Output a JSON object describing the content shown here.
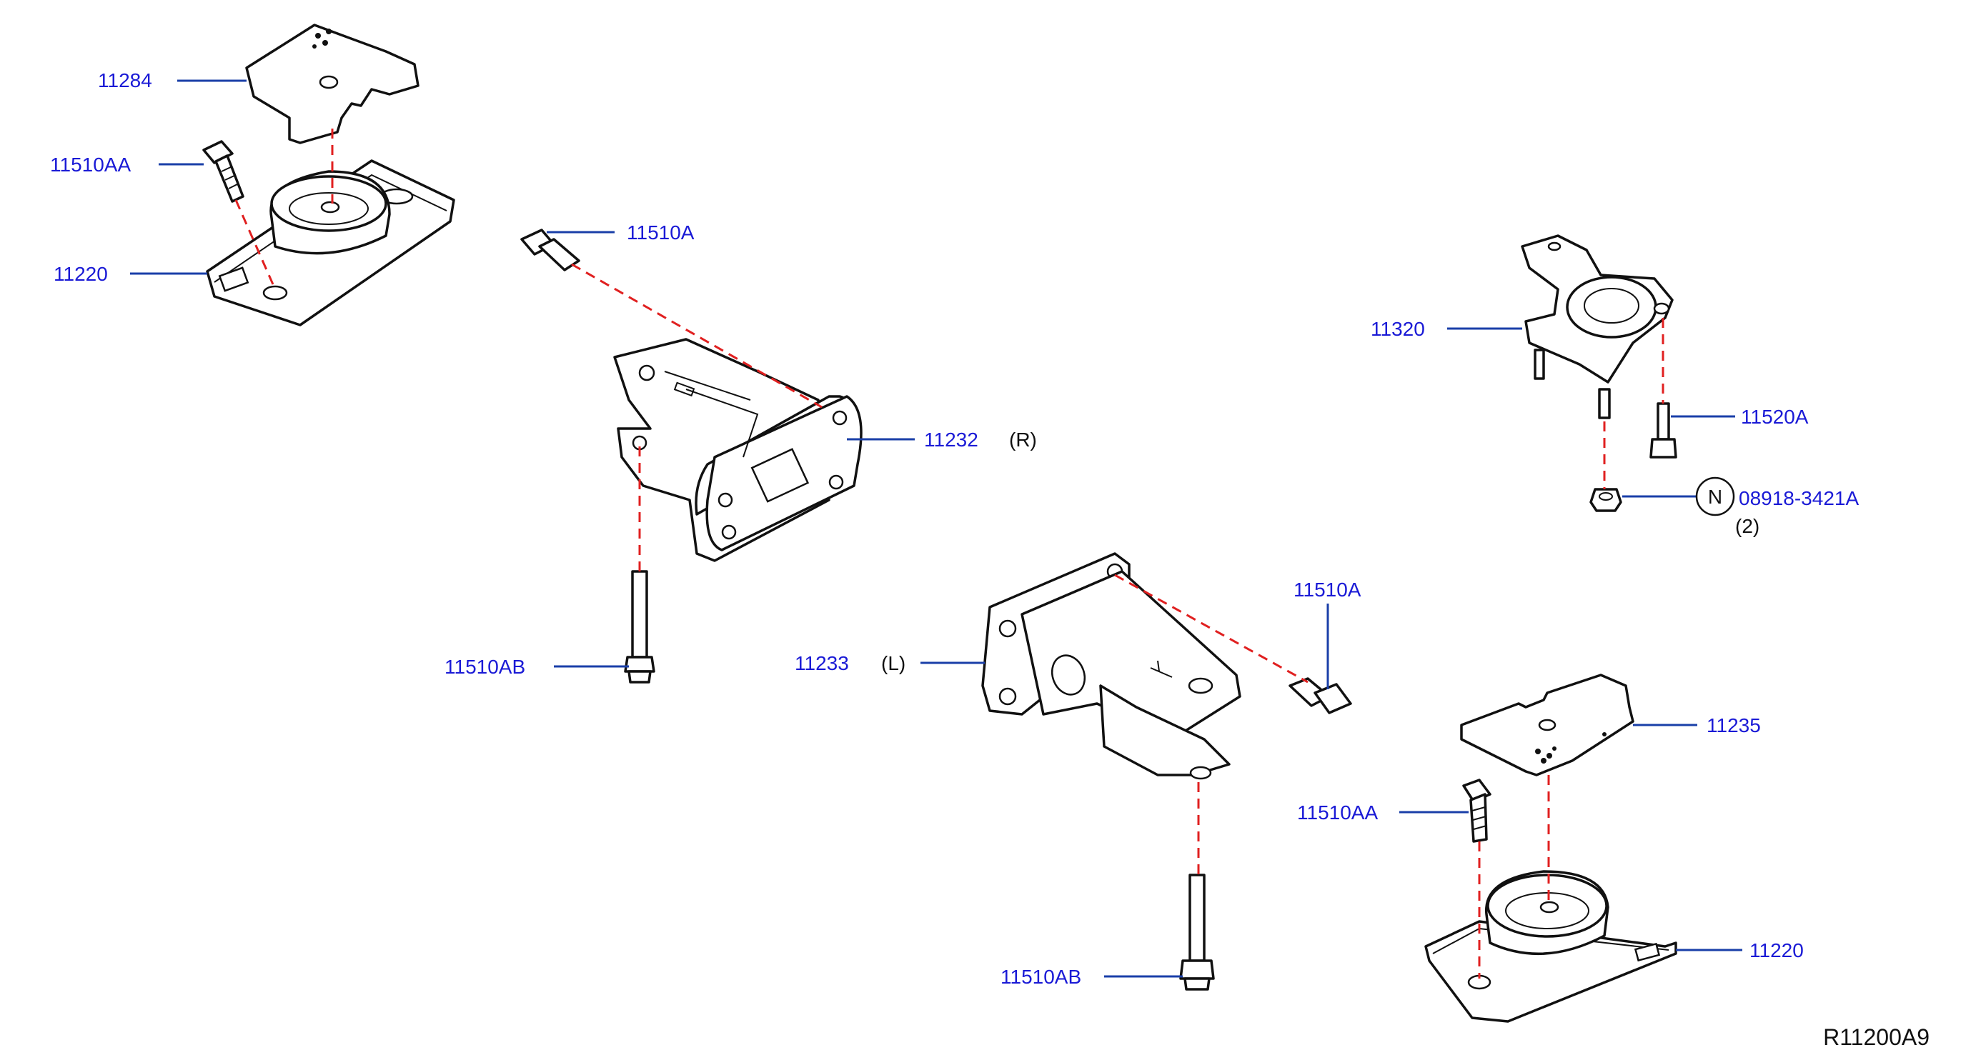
{
  "colors": {
    "label": "#1a1ad6",
    "leader": "#1a3fa8",
    "hidden_line": "#e02020",
    "outline": "#111111"
  },
  "labels": {
    "p11284": "11284",
    "p11510AA_top": "11510AA",
    "p11220_top": "11220",
    "p11510A_top": "11510A",
    "p11232": "11232",
    "p11232_side": "(R)",
    "p11510AB_left": "11510AB",
    "p11320": "11320",
    "p11520A": "11520A",
    "p08918": "08918-3421A",
    "p08918_qty": "(2)",
    "n_symbol": "N",
    "p11233": "11233",
    "p11233_side": "(L)",
    "p11510A_mid": "11510A",
    "p11235": "11235",
    "p11510AA_bottom": "11510AA",
    "p11220_bottom": "11220",
    "p11510AB_bottom": "11510AB",
    "diagram_code": "R11200A9"
  }
}
